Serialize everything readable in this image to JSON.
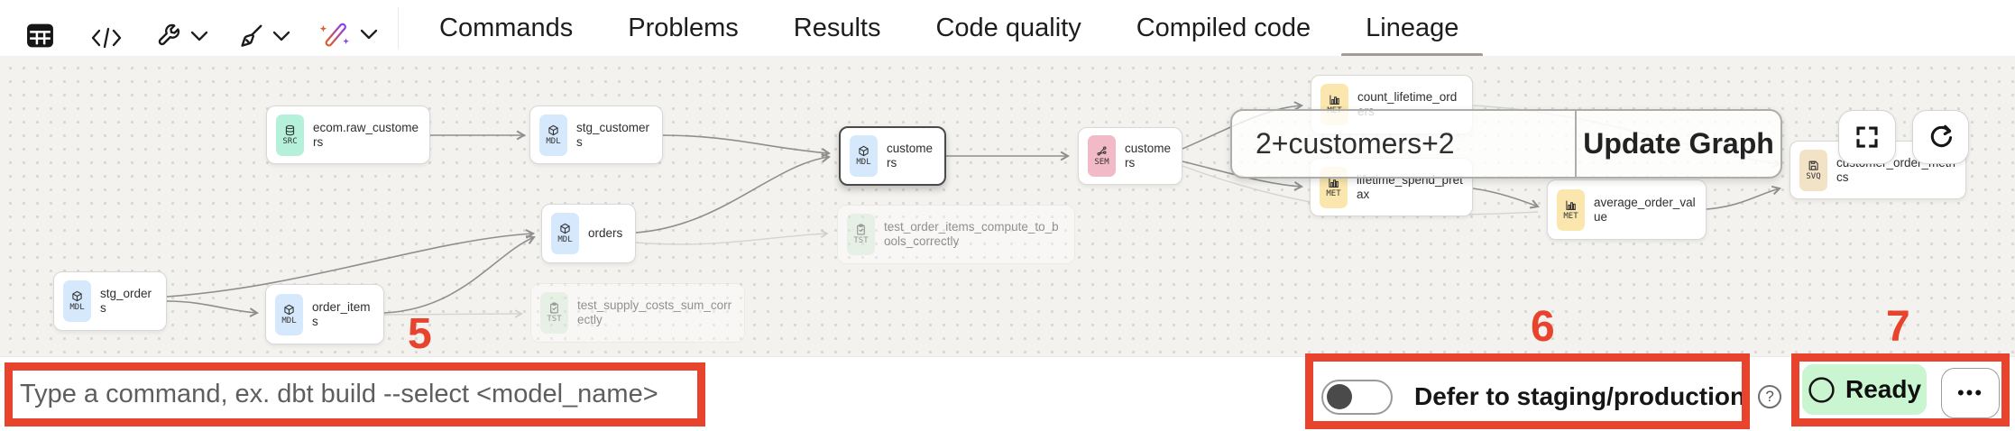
{
  "toolbar": {
    "icons": [
      "table",
      "code",
      "wrench",
      "broom",
      "magic-pen"
    ]
  },
  "tabs": {
    "items": [
      {
        "label": "Commands",
        "active": false
      },
      {
        "label": "Problems",
        "active": false
      },
      {
        "label": "Results",
        "active": false
      },
      {
        "label": "Code quality",
        "active": false
      },
      {
        "label": "Compiled code",
        "active": false
      },
      {
        "label": "Lineage",
        "active": true
      }
    ]
  },
  "graph": {
    "nodes": [
      {
        "code": "SRC",
        "label": "ecom.raw_customers",
        "type": "source"
      },
      {
        "code": "MDL",
        "label": "stg_customers",
        "type": "model"
      },
      {
        "code": "MDL",
        "label": "customers",
        "type": "model",
        "selected": true
      },
      {
        "code": "SEM",
        "label": "customers",
        "type": "semantic"
      },
      {
        "code": "MDL",
        "label": "stg_orders",
        "type": "model"
      },
      {
        "code": "MDL",
        "label": "order_items",
        "type": "model"
      },
      {
        "code": "MDL",
        "label": "orders",
        "type": "model"
      },
      {
        "code": "TST",
        "label": "test_order_items_compute_to_bools_correctly",
        "type": "test",
        "faded": true
      },
      {
        "code": "TST",
        "label": "test_supply_costs_sum_correctly",
        "type": "test",
        "faded": true
      },
      {
        "code": "MET",
        "label": "count_lifetime_orders",
        "type": "metric"
      },
      {
        "code": "MET",
        "label": "lifetime_spend_pretax",
        "type": "metric"
      },
      {
        "code": "MET",
        "label": "average_order_value",
        "type": "metric"
      },
      {
        "code": "SVQ",
        "label": "customer_order_metrics",
        "type": "saved-query"
      }
    ],
    "selector": {
      "value": "2+customers+2",
      "button_label": "Update Graph"
    }
  },
  "bottom_bar": {
    "command_input": {
      "placeholder": "Type a command, ex. dbt build --select <model_name>",
      "value": ""
    },
    "defer_toggle": {
      "label": "Defer to staging/production",
      "state": "off"
    },
    "help_label": "?",
    "status": {
      "label": "Ready",
      "state": "ready"
    },
    "menu_label": "•••"
  },
  "annotations": {
    "steps": [
      "5",
      "6",
      "7"
    ],
    "color": "#e8432d"
  },
  "colors": {
    "annotation_red": "#e8432d",
    "badge_src": "#b4f0da",
    "badge_mdl": "#d5e8fc",
    "badge_sem": "#f2b9c7",
    "badge_met": "#fbe7ad",
    "badge_svq": "#f2e2c6",
    "ready_green": "#c9f6d0",
    "active_tab_underline": "#a49a96",
    "canvas_bg": "#f3f2ef"
  }
}
